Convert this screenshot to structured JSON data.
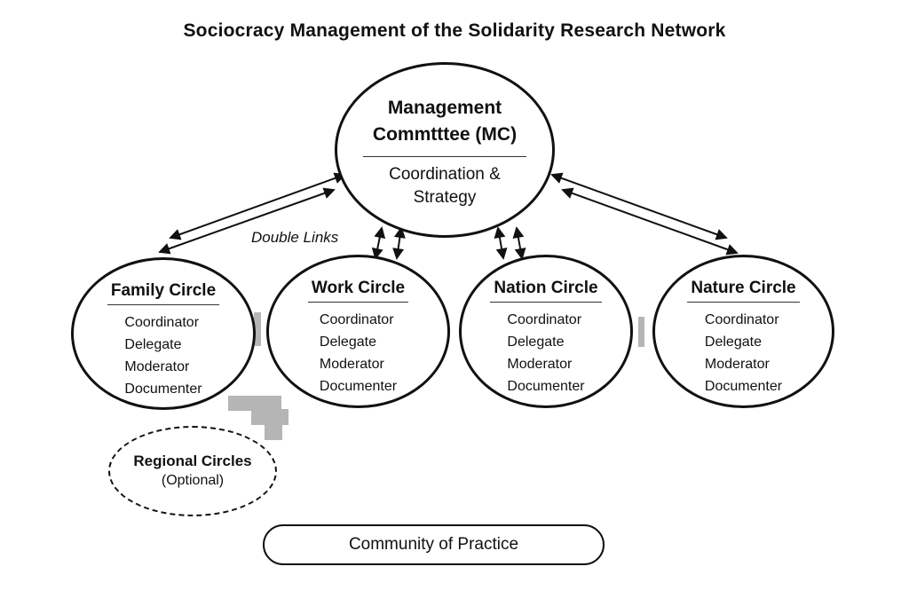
{
  "page": {
    "title": "Sociocracy Management of the Solidarity Research Network"
  },
  "mc": {
    "name": "Management Commtttee (MC)",
    "subtitle": "Coordination & Strategy"
  },
  "labels": {
    "double_links": "Double Links"
  },
  "circles": [
    {
      "name": "Family Circle",
      "roles": [
        "Coordinator",
        "Delegate",
        "Moderator",
        "Documenter"
      ]
    },
    {
      "name": "Work Circle",
      "roles": [
        "Coordinator",
        "Delegate",
        "Moderator",
        "Documenter"
      ]
    },
    {
      "name": "Nation Circle",
      "roles": [
        "Coordinator",
        "Delegate",
        "Moderator",
        "Documenter"
      ]
    },
    {
      "name": "Nature Circle",
      "roles": [
        "Coordinator",
        "Delegate",
        "Moderator",
        "Documenter"
      ]
    }
  ],
  "regional": {
    "name": "Regional Circles",
    "note": "(Optional)"
  },
  "community": {
    "label": "Community of Practice"
  },
  "colors": {
    "line": "#111111",
    "gray_mark": "#b5b5b5",
    "background": "#ffffff"
  }
}
